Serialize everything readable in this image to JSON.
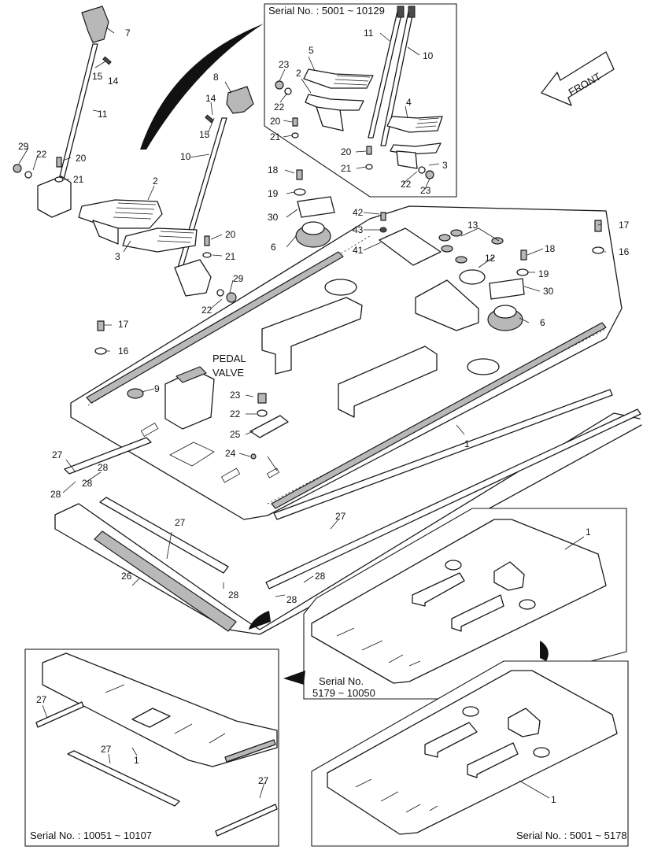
{
  "inset_top": {
    "serial": "Serial No. : 5001 ~ 10129"
  },
  "inset_mid": {
    "serial_line1": "Serial No.",
    "serial_line2": "5179 ~ 10050"
  },
  "inset_bottom_left": {
    "serial": "Serial No. : 10051 ~ 10107"
  },
  "inset_bottom_right": {
    "serial": "Serial No. : 5001 ~ 5178"
  },
  "front_arrow": {
    "label": "FRONT"
  },
  "pedal_valve": {
    "line1": "PEDAL",
    "line2": "VALVE"
  },
  "callouts": {
    "c7": "7",
    "c15a": "15",
    "c14a": "14",
    "c11": "11",
    "c8": "8",
    "c14b": "14",
    "c15b": "15",
    "c10": "10",
    "c29a": "29",
    "c22a": "22",
    "c20a": "20",
    "c21a": "21",
    "c2": "2",
    "c3": "3",
    "c20b": "20",
    "c21b": "21",
    "c29b": "29",
    "c22b": "22",
    "c17a": "17",
    "c16a": "16",
    "c9": "9",
    "c23": "23",
    "c22c": "22",
    "c25": "25",
    "c24": "24",
    "c27a": "27",
    "c28a": "28",
    "c28b": "28",
    "c28c": "28",
    "c27b": "27",
    "c26": "26",
    "c28d": "28",
    "c28e": "28",
    "c27c": "27",
    "c1a": "1",
    "c18a": "18",
    "c19a": "19",
    "c30a": "30",
    "c6a": "6",
    "c42": "42",
    "c43": "43",
    "c41": "41",
    "c13": "13",
    "c12": "12",
    "c18b": "18",
    "c19b": "19",
    "c30b": "30",
    "c6b": "6",
    "c17b": "17",
    "c16b": "16",
    "c1b": "1",
    "t23a": "23",
    "t5": "5",
    "t2": "2",
    "t11": "11",
    "t10": "10",
    "t22a": "22",
    "t20a": "20",
    "t21a": "21",
    "t4": "4",
    "t20b": "20",
    "t21b": "21",
    "t3": "3",
    "t22b": "22",
    "t23b": "23",
    "bl27a": "27",
    "bl27b": "27",
    "bl1": "1",
    "bl27c": "27",
    "br1": "1"
  }
}
